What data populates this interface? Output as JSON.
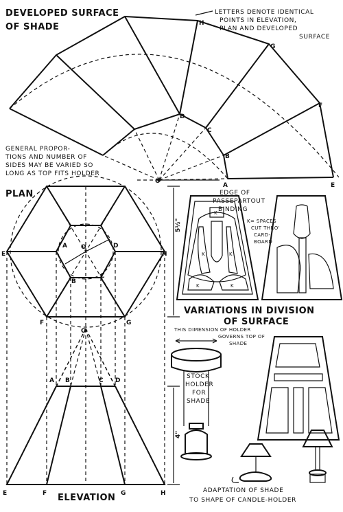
{
  "headings": {
    "developed_surface": [
      "DEVELOPED SURFACE",
      "OF SHADE"
    ],
    "plan": "PLAN",
    "elevation": "ELEVATION",
    "variations": [
      "VARIATIONS IN DIVISION",
      "OF SURFACE"
    ],
    "adaptation": [
      "ADAPTATION OF SHADE",
      "TO SHAPE OF CANDLE-HOLDER"
    ]
  },
  "notes": {
    "letters": [
      "LETTERS DENOTE IDENTICAL",
      "POINTS IN ELEVATION,",
      "PLAN AND DEVELOPED",
      "SURFACE"
    ],
    "proportions": [
      "GENERAL PROPOR-",
      "TIONS AND NUMBER OF",
      "SIDES MAY BE VARIED SO",
      "LONG AS TOP FITS HOLDER"
    ],
    "passepartout": [
      "EDGE OF",
      "PASSEPARTOUT",
      "BINDING"
    ],
    "spaces": [
      "K= SPACES",
      "CUT THRO'",
      "CARD-",
      "BOARD"
    ],
    "holder_dim": [
      "THIS DIMENSION OF HOLDER",
      "GOVERNS TOP OF",
      "SHADE"
    ],
    "stock_holder": [
      "STOCK",
      "HOLDER",
      "FOR",
      "SHADE"
    ]
  },
  "dimensions": {
    "plan_height": "5½\"",
    "elevation_height": "4\""
  },
  "labels": {
    "A": "A",
    "B": "B",
    "C": "C",
    "D": "D",
    "E": "E",
    "F": "F",
    "G": "G",
    "H": "H",
    "O": "O",
    "K": "K"
  }
}
